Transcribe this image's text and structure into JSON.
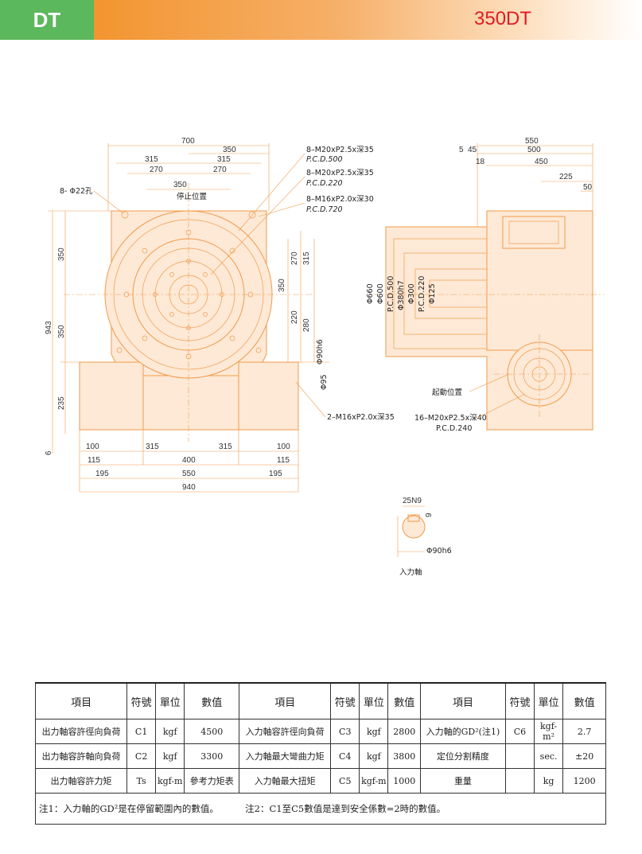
{
  "header": {
    "series": "DT",
    "model": "350DT",
    "accent": "#f39530",
    "series_color": "#5cb85c",
    "model_color": "#e31b23"
  },
  "front_view": {
    "dims_top": [
      "700",
      "350",
      "315",
      "315",
      "270",
      "270",
      "350"
    ],
    "dims_left": [
      "943",
      "350",
      "350",
      "235",
      "6"
    ],
    "dims_right": [
      "270",
      "315",
      "350",
      "220",
      "280"
    ],
    "dims_bottom_row1": [
      "100",
      "315",
      "315",
      "100"
    ],
    "dims_bottom_row2": [
      "115",
      "400",
      "115"
    ],
    "dims_bottom_row3": [
      "195",
      "550",
      "195"
    ],
    "dims_bottom_row4": [
      "940"
    ],
    "callouts": {
      "hole": "8- Φ22孔",
      "stop": "停止位置",
      "c1a": "8–M20xP2.5x深35",
      "c1b": "P.C.D.500",
      "c2a": "8–M20xP2.5x深35",
      "c2b": "P.C.D.220",
      "c3a": "8–M16xP2.0x深30",
      "c3b": "P.C.D.720",
      "shaft1": "Φ90h6",
      "shaft2": "Φ95",
      "bottom": "2–M16xP2.0x深35"
    }
  },
  "side_view": {
    "dims_top": [
      "550",
      "5",
      "45",
      "500",
      "18",
      "450",
      "225",
      "50"
    ],
    "dims_vertical": [
      "Φ660",
      "Φ600",
      "P.C.D.500",
      "Φ380h7",
      "Φ300",
      "P.C.D.220",
      "Φ125"
    ],
    "start": "起動位置",
    "tap_a": "16–M20xP2.5x深40",
    "tap_b": "P.C.D.240"
  },
  "shaft_detail": {
    "key": "25N9",
    "depth": "9",
    "dia": "Φ90h6",
    "label": "入力軸"
  },
  "spec_table": {
    "headers": [
      "項目",
      "符號",
      "單位",
      "數值",
      "項目",
      "符號",
      "單位",
      "數值",
      "項目",
      "符號",
      "單位",
      "數值"
    ],
    "rows": [
      [
        "出力軸容許徑向負荷",
        "C1",
        "kgf",
        "4500",
        "入力軸容許徑向負荷",
        "C3",
        "kgf",
        "2800",
        "入力軸的GD²(注1)",
        "C6",
        "kgf-m²",
        "2.7"
      ],
      [
        "出力軸容許軸向負荷",
        "C2",
        "kgf",
        "3300",
        "入力軸最大彎曲力矩",
        "C4",
        "kgf",
        "3800",
        "定位分割精度",
        "",
        "sec.",
        "±20"
      ],
      [
        "出力軸容許力矩",
        "Ts",
        "kgf-m",
        "參考力矩表",
        "入力軸最大扭矩",
        "C5",
        "kgf-m",
        "1000",
        "重量",
        "",
        "kg",
        "1200"
      ]
    ],
    "note1": "注1：入力軸的GD²是在停留範圍內的數值。",
    "note2": "注2：C1至C5數值是達到安全係數=2時的數值。"
  }
}
